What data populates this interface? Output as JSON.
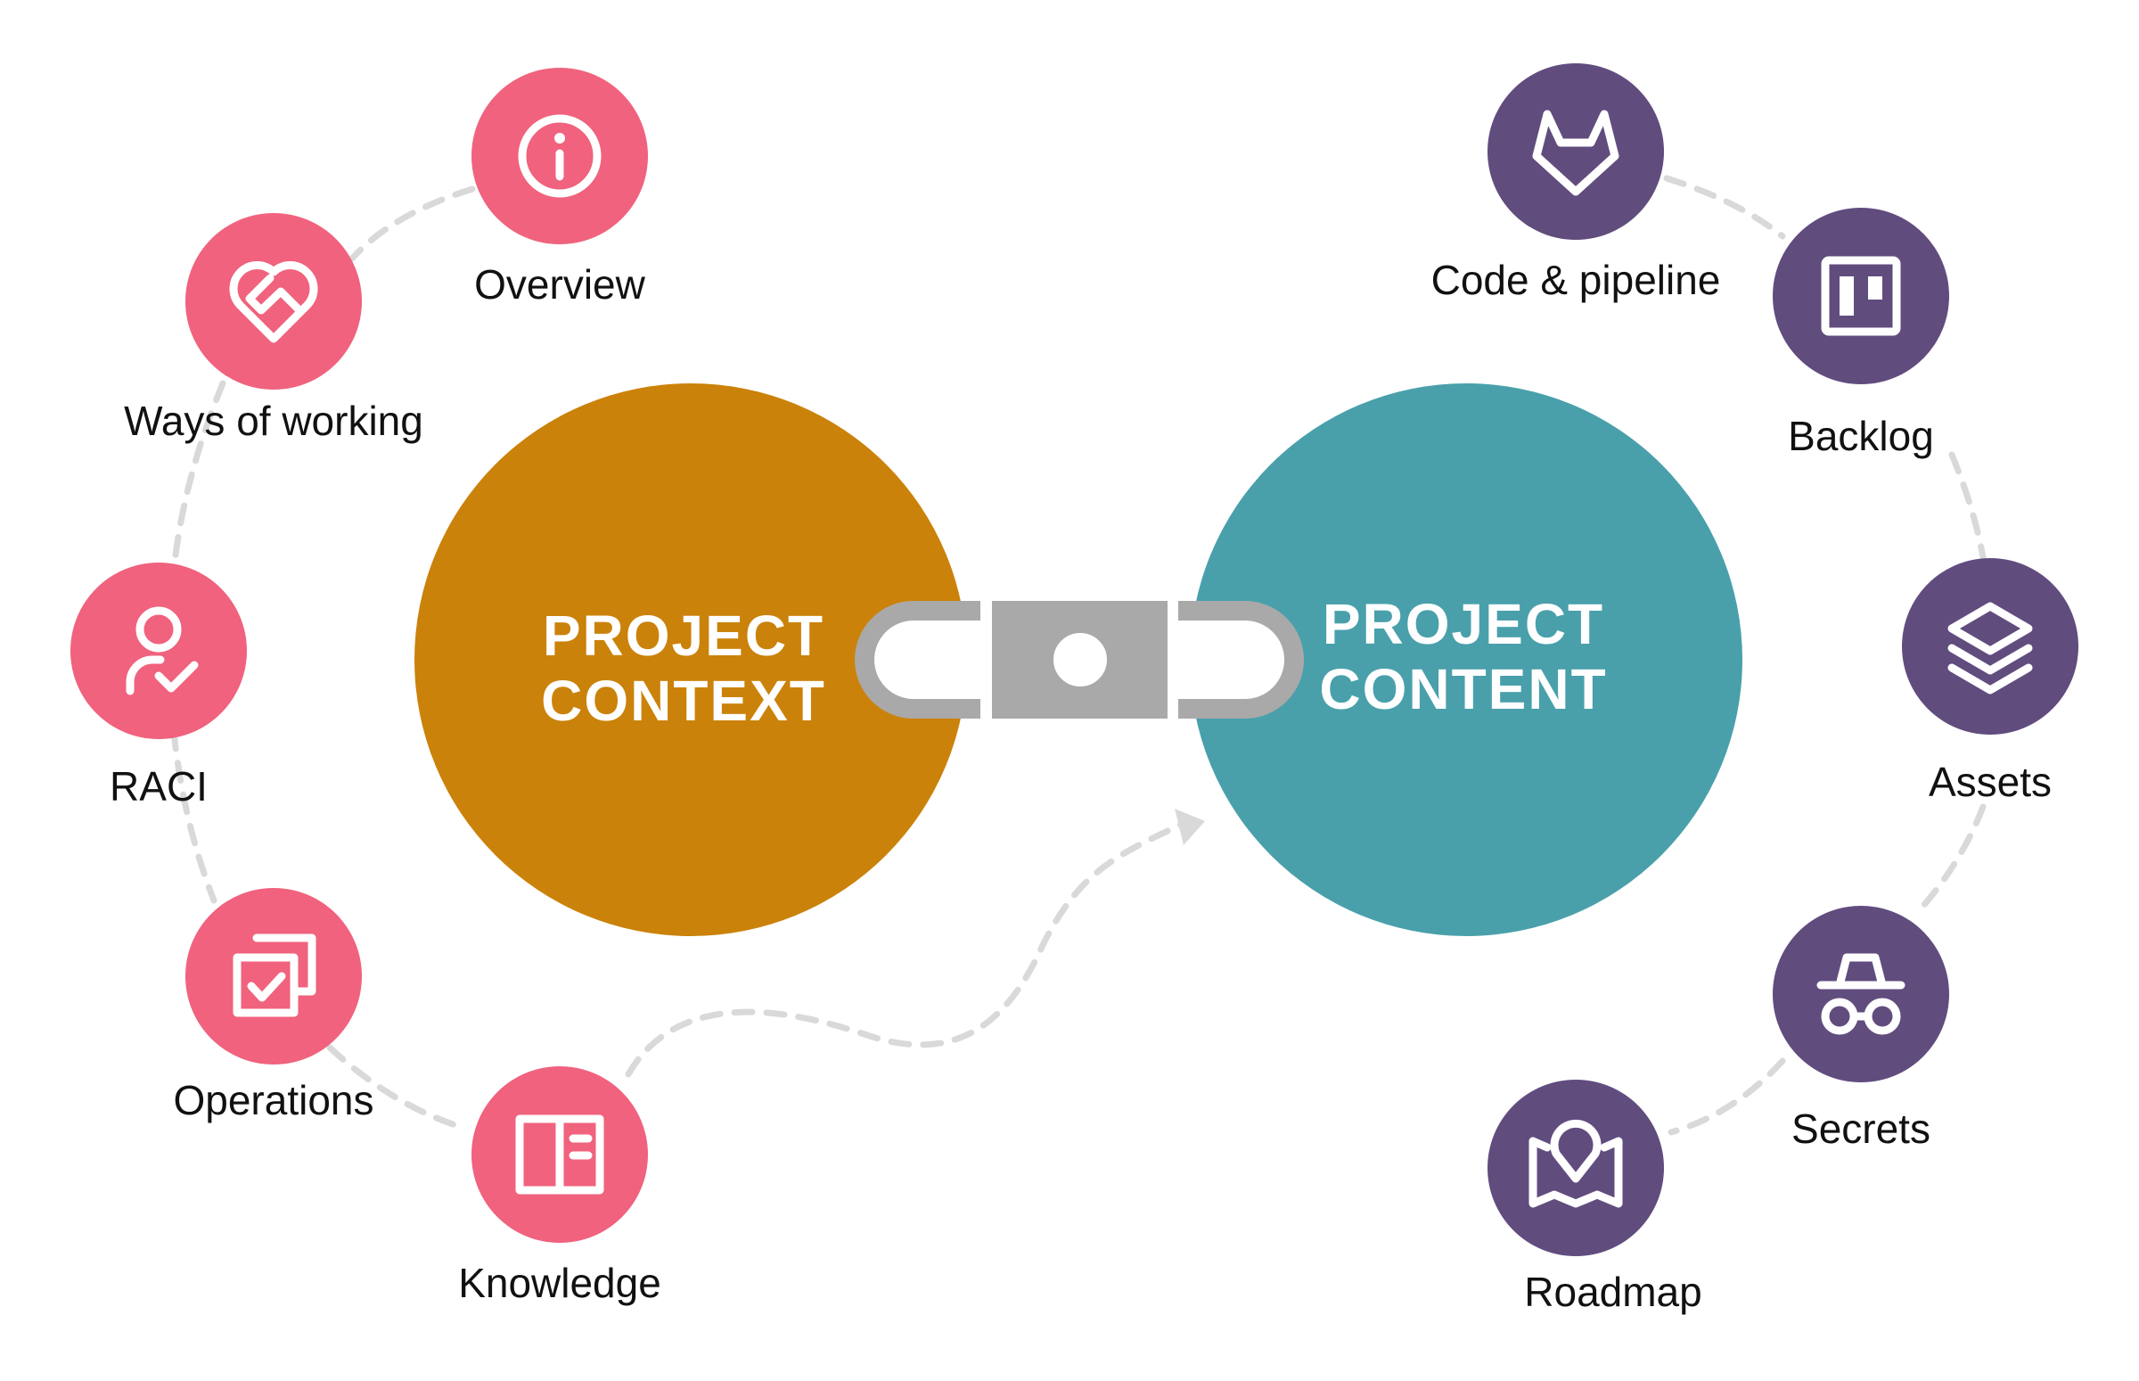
{
  "colors": {
    "context_hub": "#cb820a",
    "content_hub": "#49a0ab",
    "context_node": "#f0627d",
    "content_node": "#614c7e",
    "link": "#a9a9a9",
    "dashes": "#d9d9d9"
  },
  "hubs": {
    "context": {
      "line1": "PROJECT",
      "line2": "CONTEXT"
    },
    "content": {
      "line1": "PROJECT",
      "line2": "CONTENT"
    }
  },
  "context_nodes": [
    {
      "label": "Overview",
      "icon": "info-icon"
    },
    {
      "label": "Ways of working",
      "icon": "heart-handshake-icon"
    },
    {
      "label": "RACI",
      "icon": "user-check-icon"
    },
    {
      "label": "Operations",
      "icon": "stacked-checkbox-icon"
    },
    {
      "label": "Knowledge",
      "icon": "book-icon"
    }
  ],
  "content_nodes": [
    {
      "label": "Code & pipeline",
      "icon": "gitlab-icon"
    },
    {
      "label": "Backlog",
      "icon": "trello-board-icon"
    },
    {
      "label": "Assets",
      "icon": "layers-icon"
    },
    {
      "label": "Secrets",
      "icon": "incognito-icon"
    },
    {
      "label": "Roadmap",
      "icon": "map-pin-icon"
    }
  ]
}
